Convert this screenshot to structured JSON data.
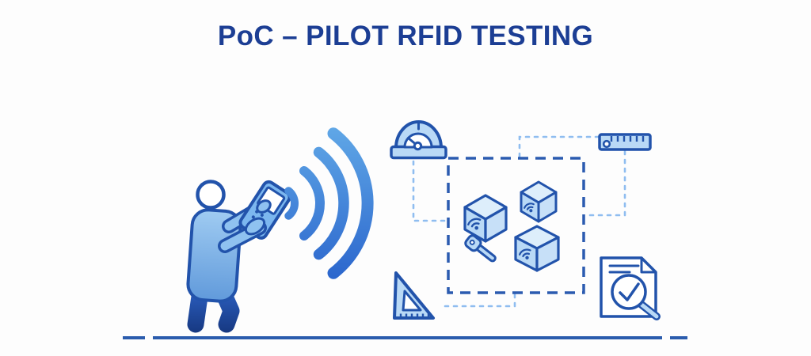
{
  "title": "PoC – PILOT RFID TESTING",
  "colors": {
    "background": "#fdfdfd",
    "title_text": "#1c3e94",
    "outline": "#2253ab",
    "fill_light": "#b9d9f6",
    "fill_lighter": "#ddeefb",
    "fill_mid": "#c7e0f8",
    "device_fill": "#7cb7ef",
    "arm_fill": "#8fc2f0",
    "wave_top": "#63abe8",
    "wave_bottom": "#2c67cd",
    "torso_top": "#a3cef3",
    "torso_bottom": "#5e98da",
    "legs_top": "#2d62c5",
    "legs_bottom": "#16377f",
    "dashed_box": "#2b5bb0",
    "connector": "#8fbdf0",
    "ground": "#2b5cad",
    "white": "#ffffff"
  },
  "illustration": {
    "elements": [
      "person-with-handheld-rfid-reader",
      "rfid-signal-waves",
      "protractor-icon",
      "ruler-icon",
      "pilot-test-zone-dashed-box",
      "rfid-tagged-boxes",
      "rfid-tag-icon",
      "set-square-icon",
      "inspection-report-icon",
      "ground-line"
    ]
  }
}
